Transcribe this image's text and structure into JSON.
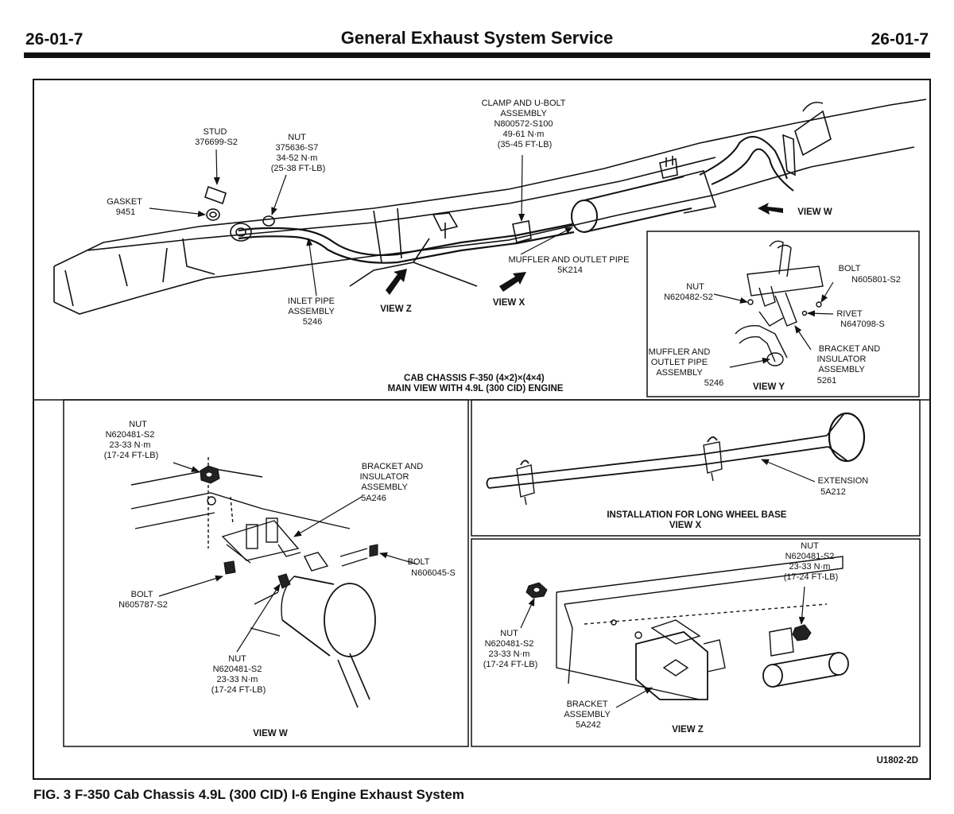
{
  "header": {
    "page_left": "26-01-7",
    "title": "General Exhaust System Service",
    "page_right": "26-01-7"
  },
  "main_view": {
    "stud": [
      "STUD",
      "376699-S2"
    ],
    "nut": [
      "NUT",
      "375636-S7",
      "34-52 N·m",
      "(25-38 FT-LB)"
    ],
    "gasket": [
      "GASKET",
      "9451"
    ],
    "clamp": [
      "CLAMP AND U-BOLT",
      "ASSEMBLY",
      "N800572-S100",
      "49-61 N·m",
      "(35-45 FT-LB)"
    ],
    "muffler": [
      "MUFFLER AND OUTLET PIPE",
      "5K214"
    ],
    "inlet": [
      "INLET PIPE",
      "ASSEMBLY",
      "5246"
    ],
    "view_z": "VIEW Z",
    "view_x": "VIEW X",
    "view_w": "VIEW W",
    "title": [
      "CAB CHASSIS F-350 (4×2)×(4×4)",
      "MAIN VIEW WITH 4.9L (300 CID) ENGINE"
    ]
  },
  "view_y": {
    "nut": [
      "NUT",
      "N620482-S2"
    ],
    "bolt": [
      "BOLT",
      "N605801-S2"
    ],
    "rivet": [
      "RIVET",
      "N647098-S"
    ],
    "bracket": [
      "BRACKET AND",
      "INSULATOR",
      "ASSEMBLY",
      "5261"
    ],
    "muffler": [
      "MUFFLER AND",
      "OUTLET PIPE",
      "ASSEMBLY",
      "5246"
    ],
    "title": "VIEW Y"
  },
  "view_w": {
    "nut_top": [
      "NUT",
      "N620481-S2",
      "23-33 N·m",
      "(17-24 FT-LB)"
    ],
    "bracket": [
      "BRACKET AND",
      "INSULATOR",
      "ASSEMBLY",
      "5A246"
    ],
    "bolt_right": [
      "BOLT",
      "N606045-S"
    ],
    "bolt_left": [
      "BOLT",
      "N605787-S2"
    ],
    "nut_bottom": [
      "NUT",
      "N620481-S2",
      "23-33 N·m",
      "(17-24 FT-LB)"
    ],
    "title": "VIEW W"
  },
  "view_x": {
    "extension": [
      "EXTENSION",
      "5A212"
    ],
    "title": [
      "INSTALLATION FOR LONG WHEEL BASE",
      "VIEW X"
    ]
  },
  "view_z": {
    "nut_right": [
      "NUT",
      "N620481-S2",
      "23-33 N·m",
      "(17-24 FT-LB)"
    ],
    "nut_left": [
      "NUT",
      "N620481-S2",
      "23-33 N·m",
      "(17-24 FT-LB)"
    ],
    "bracket": [
      "BRACKET",
      "ASSEMBLY",
      "5A242"
    ],
    "title": "VIEW Z"
  },
  "figure_code": "U1802-2D",
  "caption": "FIG. 3  F-350 Cab Chassis 4.9L (300 CID) I-6 Engine Exhaust System"
}
